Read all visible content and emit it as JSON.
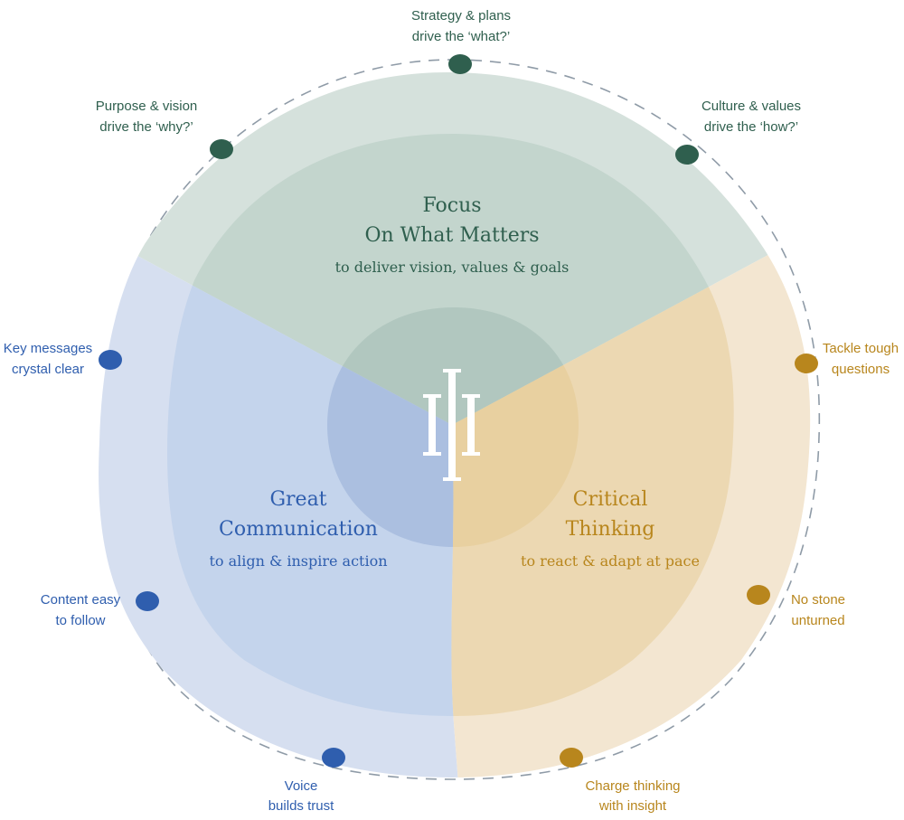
{
  "colors": {
    "green": "#2f5f4e",
    "blue": "#2f5eae",
    "gold": "#b8861d",
    "dash": "#8f9ba7",
    "greenOuter": "#d5e1dc",
    "greenInner": "#c3d5cd",
    "blueOuter": "#d6dff0",
    "blueInner": "#c4d4ec",
    "goldOuter": "#f3e6d1",
    "goldInner": "#ecd8b2",
    "coreGreen": "#b1c7bf",
    "coreBlue": "#abbfe0",
    "coreGold": "#e8d0a0",
    "logo": "#ffffff"
  },
  "sections": {
    "focus": {
      "title1": "Focus",
      "title2": "On What Matters",
      "subtitle": "to deliver vision, values & goals"
    },
    "communication": {
      "title1": "Great",
      "title2": "Communication",
      "subtitle": "to align & inspire action"
    },
    "thinking": {
      "title1": "Critical",
      "title2": "Thinking",
      "subtitle": "to react & adapt at pace"
    }
  },
  "points": [
    {
      "group": "green",
      "line1": "Strategy & plans",
      "line2": "drive the ‘what?’"
    },
    {
      "group": "green",
      "line1": "Purpose & vision",
      "line2": "drive the ‘why?’"
    },
    {
      "group": "green",
      "line1": "Culture & values",
      "line2": "drive the ‘how?’"
    },
    {
      "group": "blue",
      "line1": "Key messages",
      "line2": "crystal clear"
    },
    {
      "group": "blue",
      "line1": "Content easy",
      "line2": "to follow"
    },
    {
      "group": "blue",
      "line1": "Voice",
      "line2": "builds trust"
    },
    {
      "group": "gold",
      "line1": "Tackle tough",
      "line2": "questions"
    },
    {
      "group": "gold",
      "line1": "No stone",
      "line2": "unturned"
    },
    {
      "group": "gold",
      "line1": "Charge thinking",
      "line2": "with insight"
    }
  ]
}
